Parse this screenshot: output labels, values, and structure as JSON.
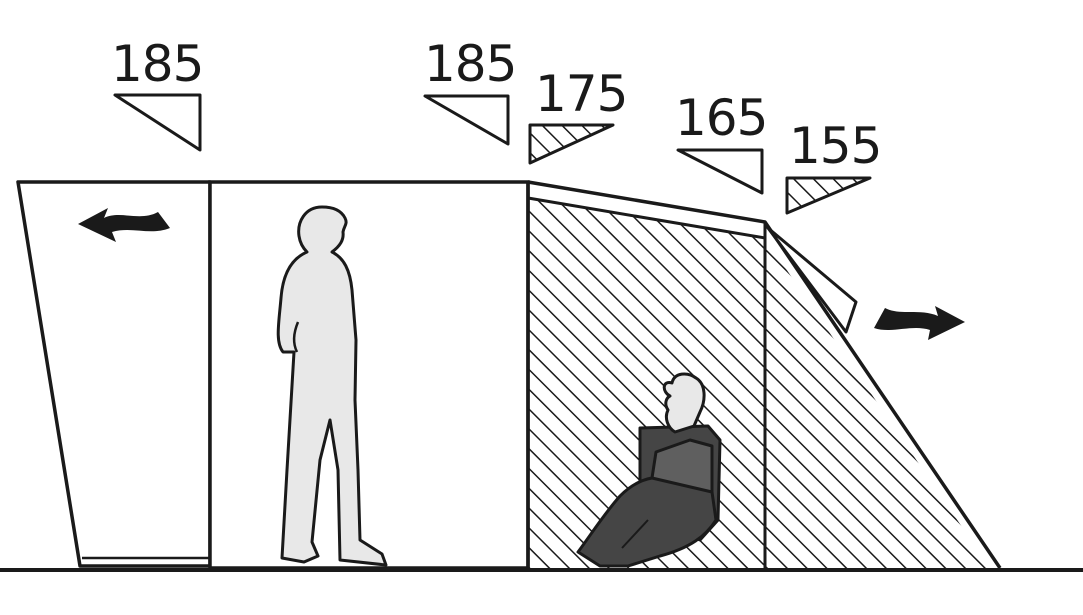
{
  "diagram": {
    "height_labels": [
      "185",
      "185",
      "175",
      "165",
      "155"
    ],
    "colors": {
      "line": "#1a1a1a",
      "figure_fill": "#e8e8e8",
      "person_dark": "#454545",
      "person_mid": "#5f5f5f",
      "background": "#ffffff"
    },
    "icons": [
      "left-arrow-icon",
      "right-arrow-icon",
      "standing-person-icon",
      "sitting-person-icon"
    ]
  }
}
